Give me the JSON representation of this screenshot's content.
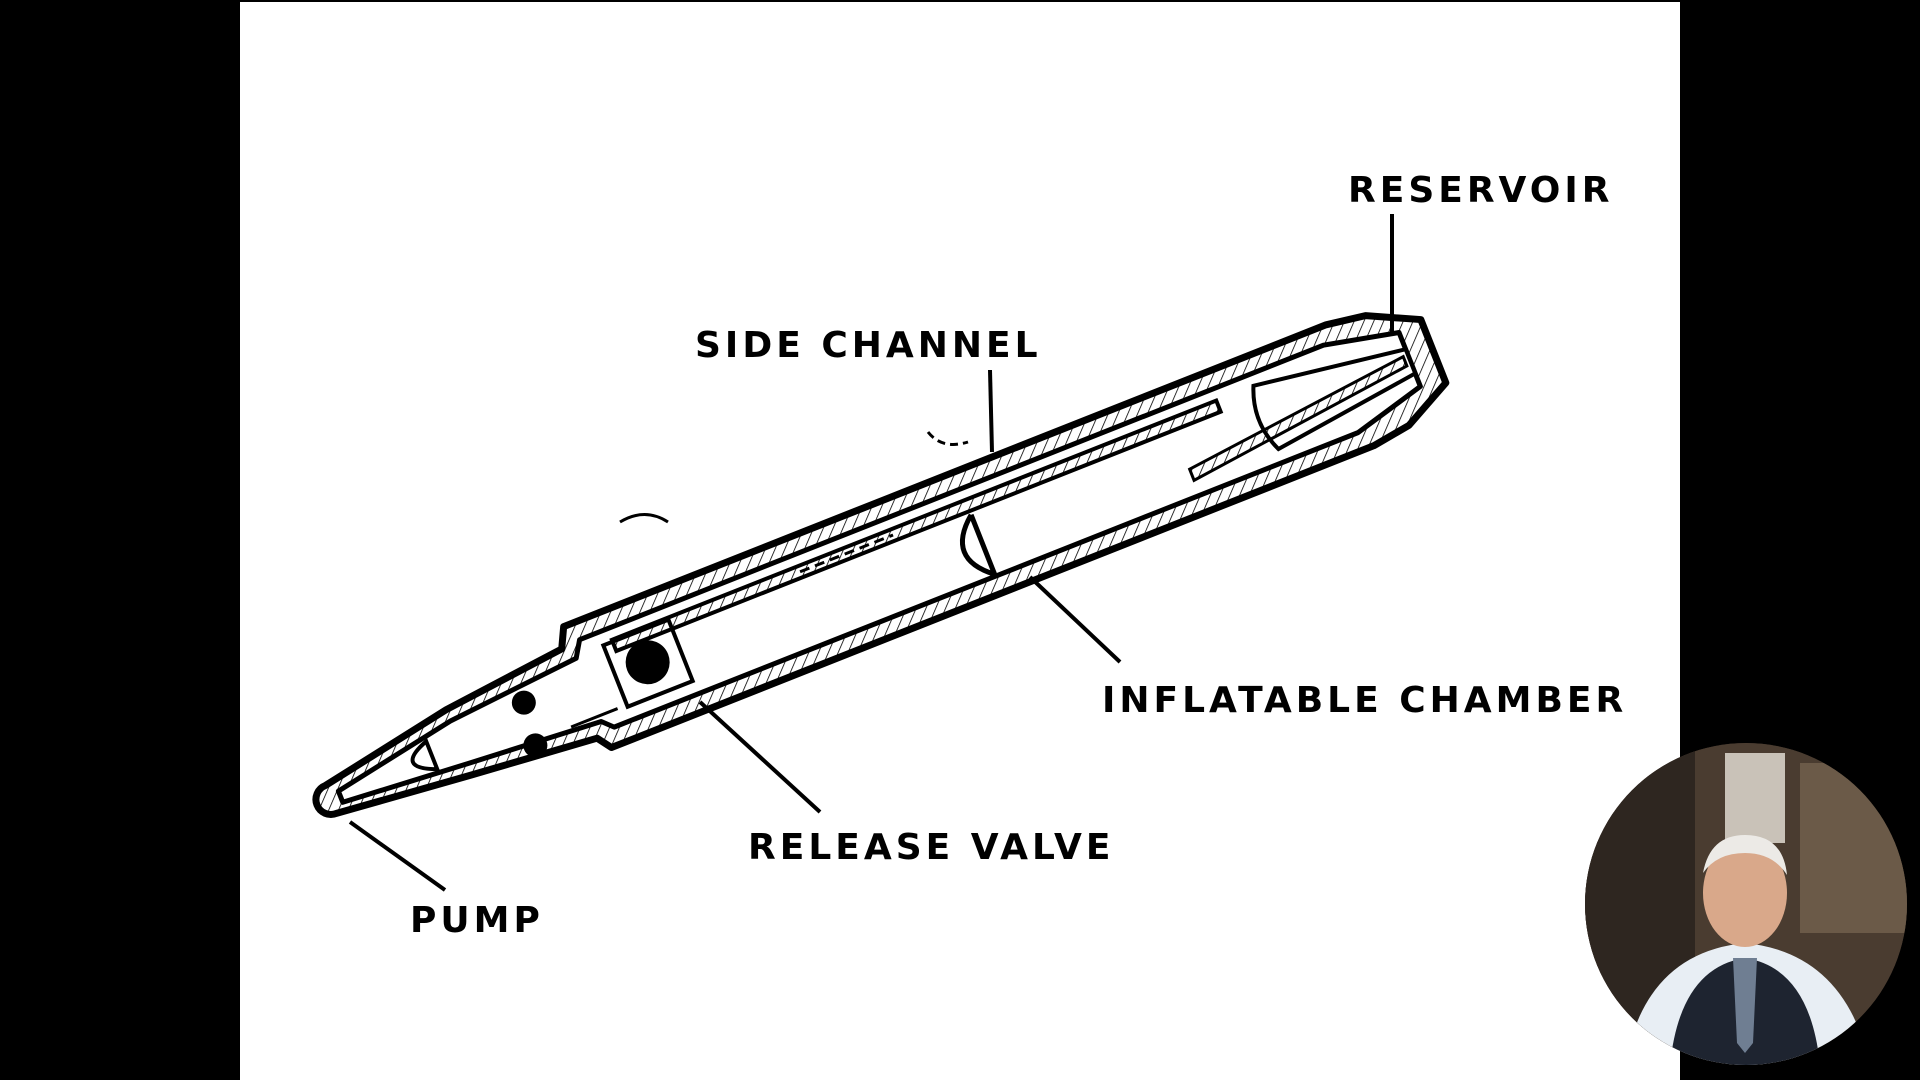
{
  "diagram": {
    "labels": {
      "reservoir": "RESERVOIR",
      "side_channel": "SIDE CHANNEL",
      "inflatable_chamber": "INFLATABLE CHAMBER",
      "release_valve": "RELEASE VALVE",
      "pump": "PUMP"
    }
  },
  "colors": {
    "background": "#000000",
    "slide": "#ffffff",
    "ink": "#000000"
  },
  "icons": [
    "presenter-webcam-icon"
  ]
}
